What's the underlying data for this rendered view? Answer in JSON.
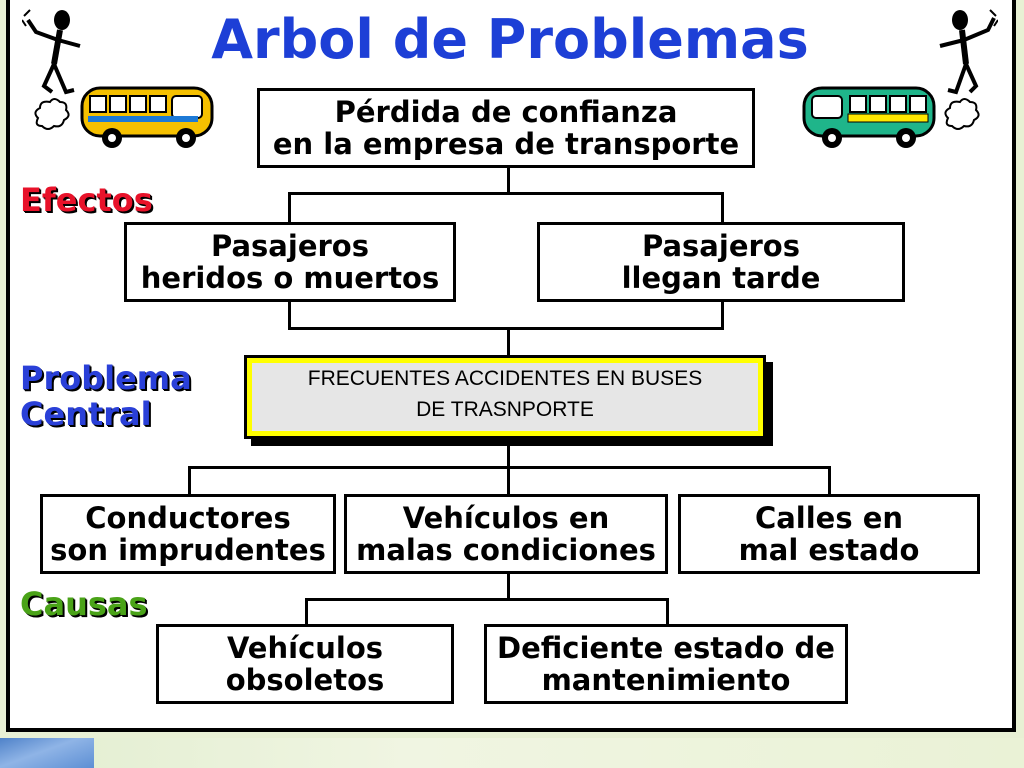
{
  "title": "Arbol de Problemas",
  "sections": {
    "efectos": "Efectos",
    "problema_central": "Problema\nCentral",
    "causas": "Causas"
  },
  "nodes": {
    "top_effect": "Pérdida de confianza\nen la empresa de transporte",
    "effect_left": "Pasajeros\nheridos o muertos",
    "effect_right": "Pasajeros\nllegan tarde",
    "central": "FRECUENTES ACCIDENTES EN BUSES\nDE TRASNPORTE",
    "cause_1": "Conductores\nson imprudentes",
    "cause_2": "Vehículos en\nmalas condiciones",
    "cause_3": "Calles en\nmal estado",
    "subcause_1": "Vehículos\nobsoletos",
    "subcause_2": "Deficiente estado de\nmantenimiento"
  },
  "colors": {
    "title": "#1d3fd6",
    "efectos": "#e8122a",
    "problema_central": "#2a40d8",
    "causas": "#4aa318",
    "central_border": "#ffff00",
    "bus_left": "#f5c000",
    "bus_right": "#1fb58a"
  },
  "clipart": [
    "stick-figure-left",
    "bus-yellow",
    "stick-figure-right",
    "bus-green"
  ]
}
